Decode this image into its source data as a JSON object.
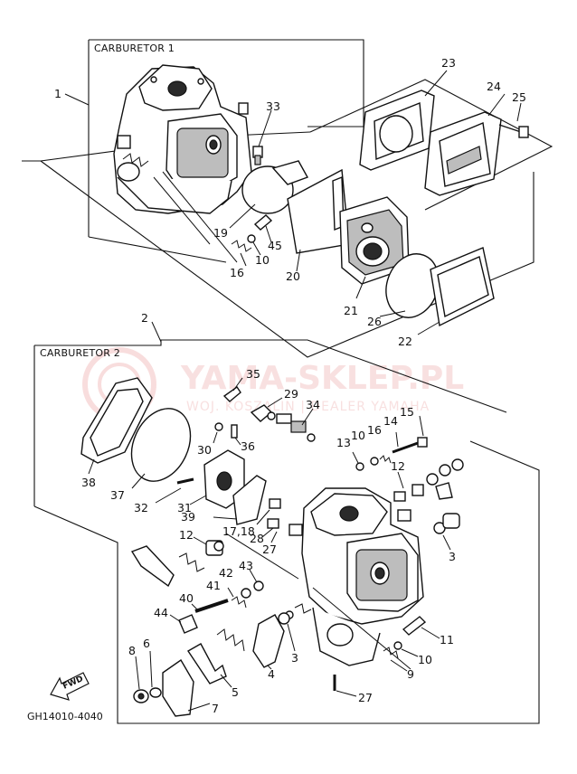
{
  "frames": {
    "carb1_title": "CARBURETOR 1",
    "carb2_title": "CARBURETOR 2"
  },
  "watermark": {
    "main": "YAMA-SKLEP.PL",
    "sub": "WOJ. KOSZALIN | DEALER YAMAHA"
  },
  "diagram_code": "GH14010-4040",
  "fwd_label": "FWD",
  "callouts": {
    "c1": "1",
    "c2": "2",
    "c3a": "3",
    "c3b": "3",
    "c4": "4",
    "c5": "5",
    "c6": "6",
    "c7": "7",
    "c8": "8",
    "c9": "9",
    "c10a": "10",
    "c10b": "10",
    "c10c": "10",
    "c11": "11",
    "c12a": "12",
    "c12b": "12",
    "c13": "13",
    "c14": "14",
    "c15": "15",
    "c16a": "16",
    "c16b": "16",
    "c1718": "17,18",
    "c19": "19",
    "c20": "20",
    "c21": "21",
    "c22": "22",
    "c23": "23",
    "c24": "24",
    "c25": "25",
    "c26": "26",
    "c27a": "27",
    "c27b": "27",
    "c28": "28",
    "c29": "29",
    "c30": "30",
    "c31": "31",
    "c32": "32",
    "c33": "33",
    "c34": "34",
    "c35": "35",
    "c36": "36",
    "c37": "37",
    "c38": "38",
    "c39": "39",
    "c40": "40",
    "c41": "41",
    "c42": "42",
    "c43": "43",
    "c44": "44",
    "c45": "45"
  }
}
